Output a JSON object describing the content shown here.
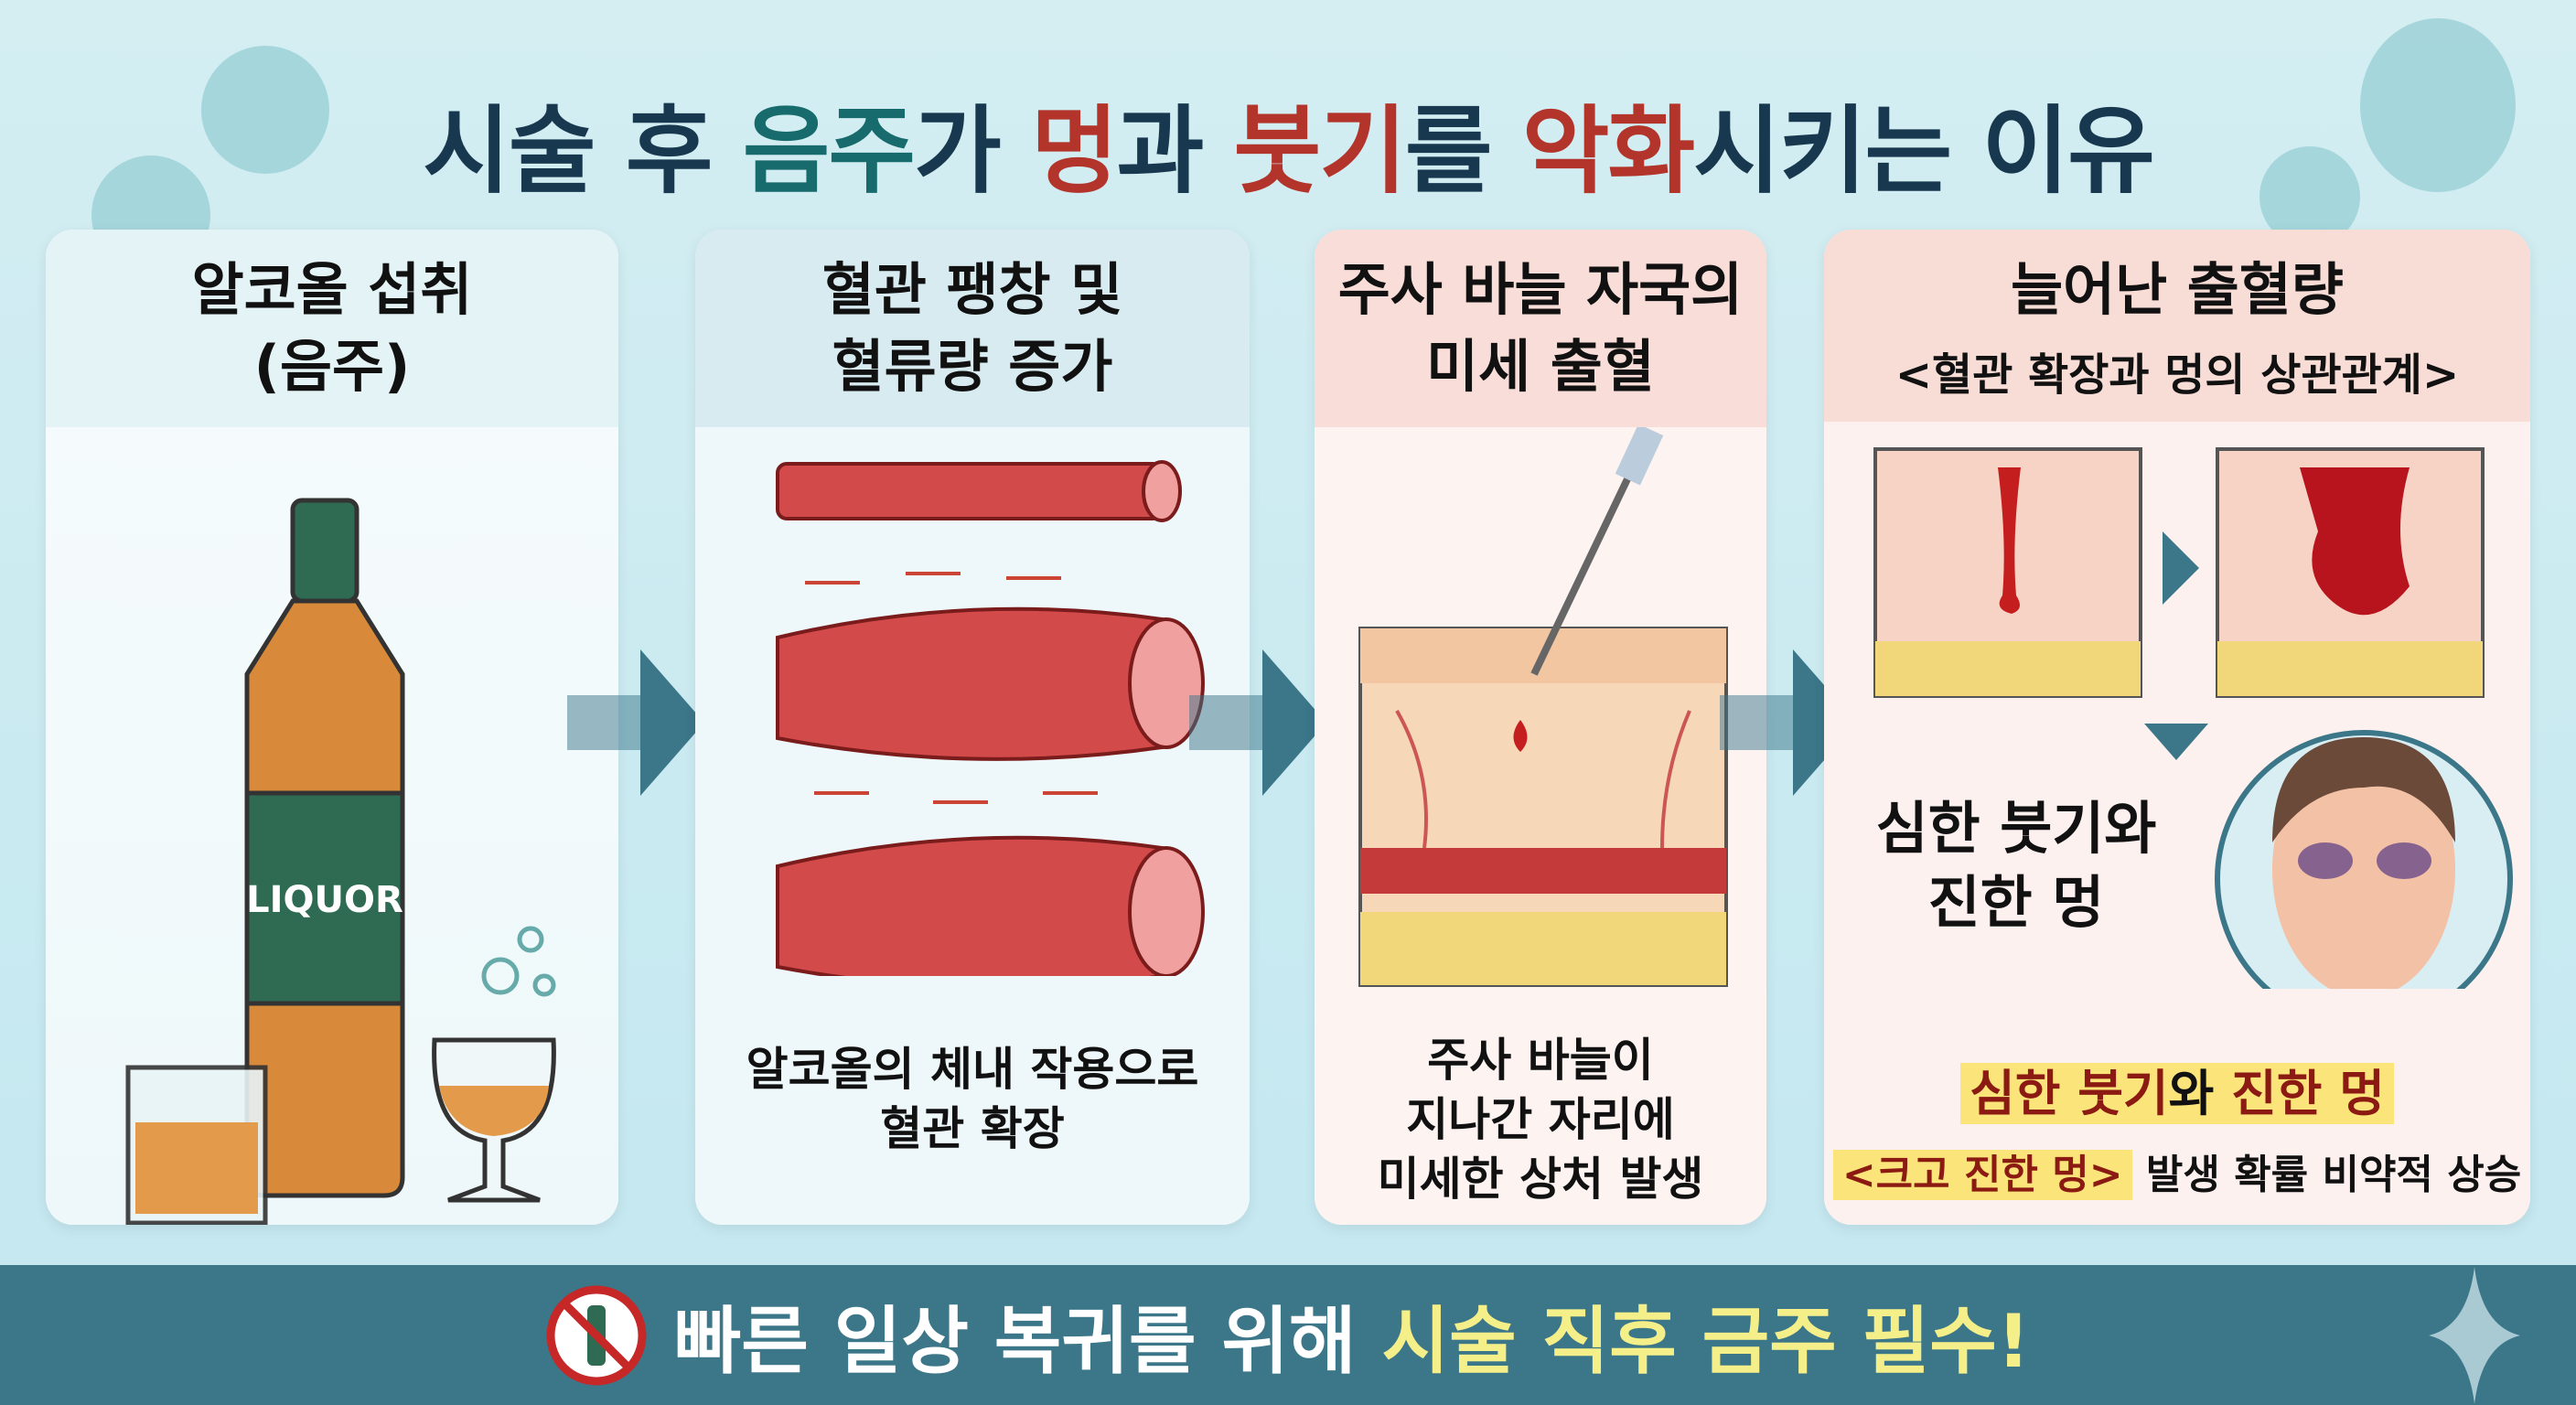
{
  "title": {
    "part1": "시술 후 ",
    "part2": "음주",
    "part3": "가 ",
    "part4": "멍",
    "part5": "과 ",
    "part6": "붓기",
    "part7": "를 ",
    "part8": "악화",
    "part9": "시키는 이유"
  },
  "cards": [
    {
      "heading_line1": "알코올 섭취",
      "heading_line2": "(음주)",
      "bottle_label": "LIQUOR"
    },
    {
      "heading_line1": "혈관 팽창 및",
      "heading_line2": "혈류량 증가",
      "caption_line1": "알코올의 체내 작용으로",
      "caption_line2": "혈관 확장"
    },
    {
      "heading_line1": "주사 바늘 자국의",
      "heading_line2": "미세 출혈",
      "caption_line1": "주사 바늘이",
      "caption_line2": "지나간 자리에",
      "caption_line3": "미세한 상처 발생"
    },
    {
      "heading": "늘어난 출혈량",
      "subheading": "<혈관 확장과 멍의 상관관계>",
      "result_line1": "심한 붓기와",
      "result_line2": "진한 멍",
      "highlight_a": "심한 붓기",
      "highlight_b": "와 ",
      "highlight_c": "진한 멍",
      "note_highlight": "<크고 진한 멍>",
      "note_rest": " 발생 확률 비약적 상승"
    }
  ],
  "footer": {
    "text_white": "빠른 일상 복귀를 위해 ",
    "text_yellow": "시술 직후 금주 필수!",
    "icon": "no-alcohol-icon"
  },
  "colors": {
    "title": "#18384f",
    "accent_green": "#176b6c",
    "accent_red": "#b3342b",
    "footer_bg": "#3b7689",
    "footer_highlight": "#f5ef8a",
    "arrow": "#3b7689"
  }
}
